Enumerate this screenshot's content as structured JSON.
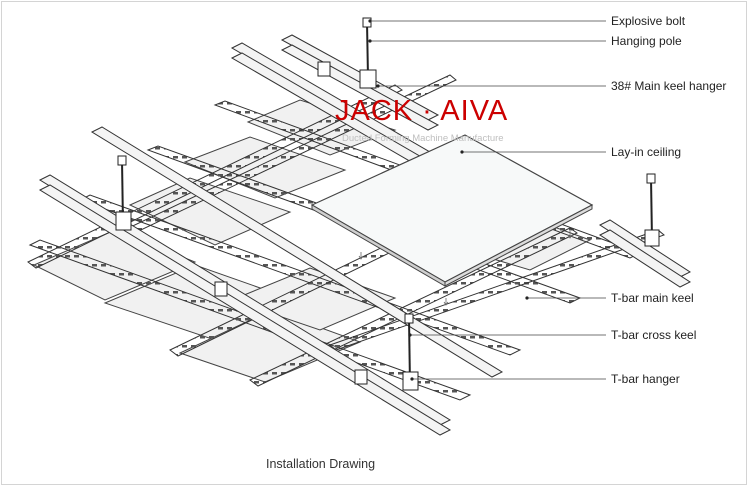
{
  "watermark": {
    "title": "JACK · AIVA",
    "subtitle": "Ducted Forming Machine Manufacture"
  },
  "labels": {
    "explosive_bolt": "Explosive bolt",
    "hanging_pole": "Hanging pole",
    "main_keel_hanger": "38# Main keel hanger",
    "lay_in_ceiling": "Lay-in ceiling",
    "t_bar_main_keel": "T-bar main keel",
    "t_bar_cross_keel": "T-bar cross keel",
    "t_bar_hanger": "T-bar hanger"
  },
  "caption": "Installation Drawing",
  "colors": {
    "line": "#333333",
    "panel": "#f1f1f1",
    "lifted_panel": "#f7f9f9",
    "watermark": "#cc0000"
  }
}
